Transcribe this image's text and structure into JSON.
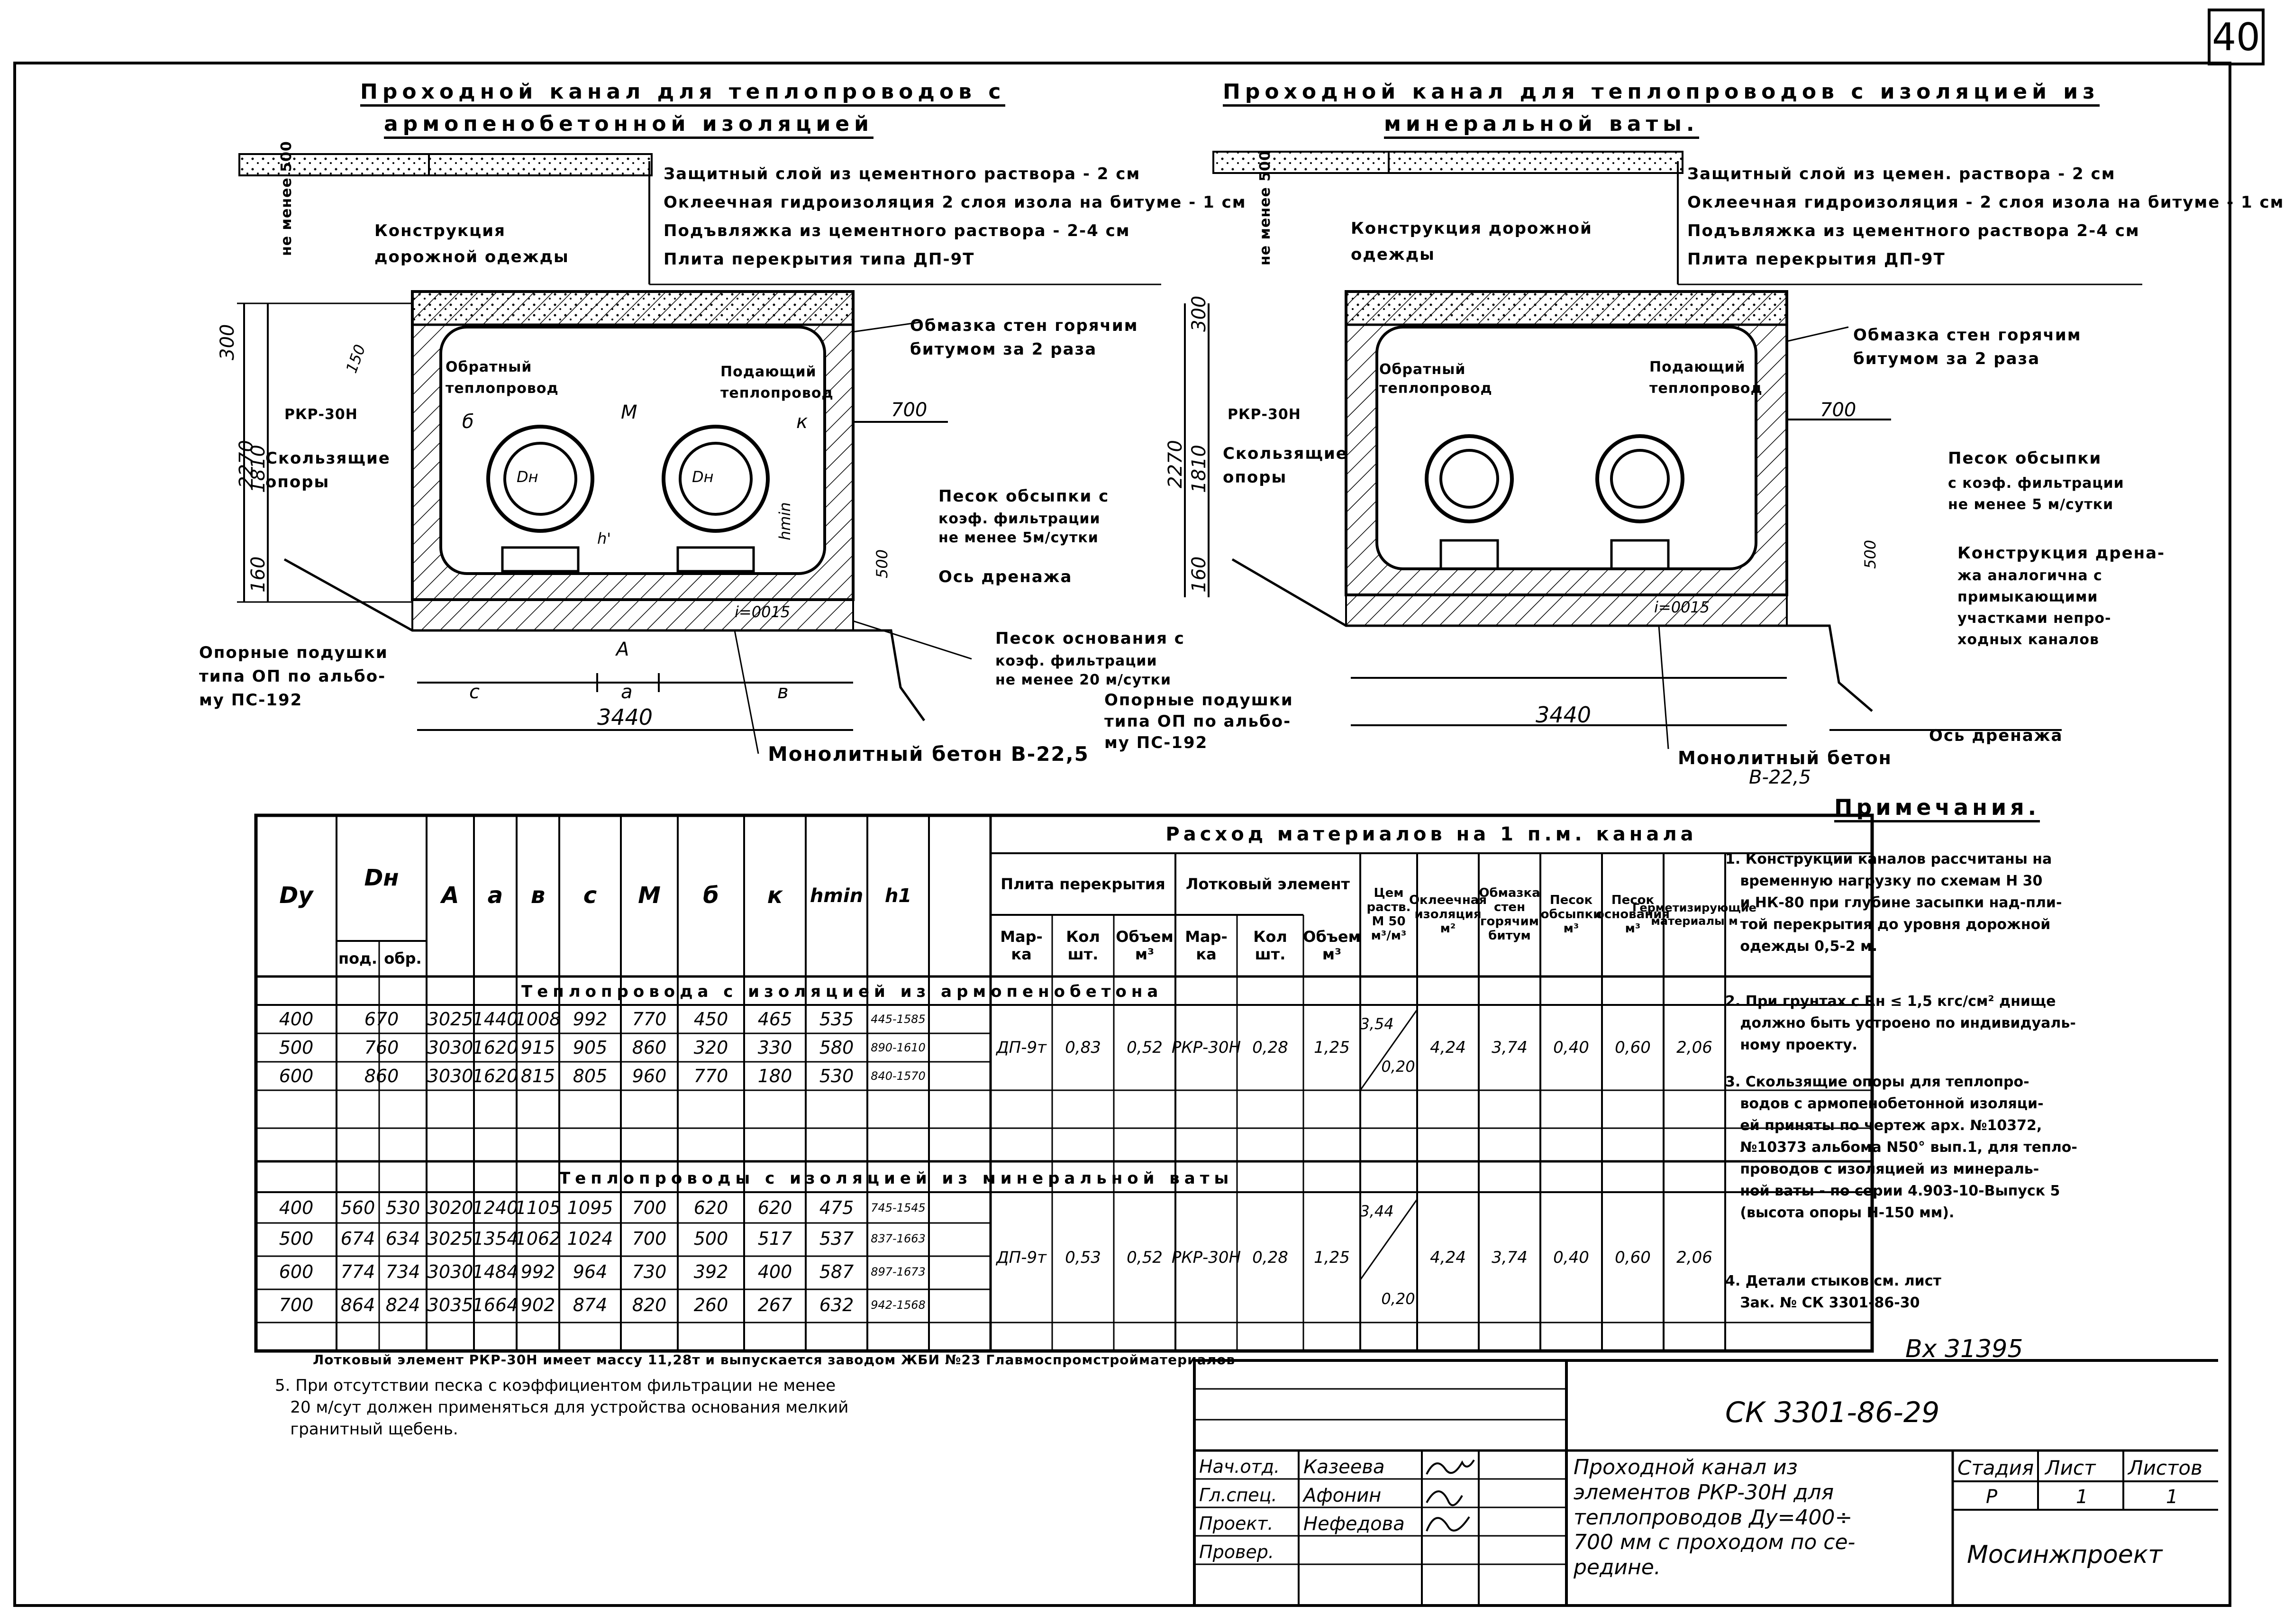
{
  "page_number": "40",
  "left_drawing": {
    "title_line1": "Проходной канал для теплопроводов с",
    "title_line2": "армопенобетонной изоляцией",
    "layers": [
      "Защитный слой из цементного раствора - 2 см",
      "Оклеечная гидроизоляция 2 слоя изола на битуме - 1 см",
      "Подъвляжка из цементного раствора - 2-4 см",
      "Плита перекрытия типа ДП-9Т"
    ],
    "road_label_line1": "Конструкция",
    "road_label_line2": "дорожной одежды",
    "not_less_label": "не менее 500",
    "coating_label_line1": "Обмазка стен горячим",
    "coating_label_line2": "битумом за 2 раза",
    "return_pipe_line1": "Обратный",
    "return_pipe_line2": "теплопровод",
    "supply_pipe_line1": "Подающий",
    "supply_pipe_line2": "теплопровод",
    "rkp_label": "РКР-30Н",
    "sliding_line1": "Скользящие",
    "sliding_line2": "опоры",
    "sand_fill_line1": "Песок обсыпки с",
    "sand_fill_line2": "коэф. фильтрации",
    "sand_fill_line3": "не менее 5м/сутки",
    "drain_axis": "Ось дренажа",
    "sand_base_line1": "Песок основания с",
    "sand_base_line2": "коэф. фильтрации",
    "sand_base_line3": "не менее 20 м/сутки",
    "support_pads_line1": "Опорные подушки",
    "support_pads_line2": "типа ОП по альбо-",
    "support_pads_line3": "му ПС-192",
    "concrete_label": "Монолитный бетон В-22,5",
    "dim_2270": "2270",
    "dim_300": "300",
    "dim_1810": "1810",
    "dim_160": "160",
    "dim_150": "150",
    "dim_700": "700",
    "dim_500": "500",
    "dim_3440": "3440",
    "slope": "i=0015",
    "letters": {
      "A": "А",
      "a": "а",
      "b": "в",
      "c": "с",
      "M": "М",
      "d": "б",
      "k": "к",
      "dn": "Dн",
      "h": "h'",
      "hmin": "hmin"
    }
  },
  "right_drawing": {
    "title_line1": "Проходной канал для теплопроводов с изоляцией из",
    "title_line2": "минеральной ваты.",
    "layers": [
      "Защитный слой из цемен. раствора - 2 см",
      "Оклеечная гидроизоляция - 2 слоя изола на битуме - 1 см",
      "Подъвляжка из цементного раствора 2-4 см",
      "Плита перекрытия ДП-9Т"
    ],
    "road_label_line1": "Конструкция дорожной",
    "road_label_line2": "одежды",
    "not_less_label": "не менее 500",
    "coating_label_line1": "Обмазка стен горячим",
    "coating_label_line2": "битумом за 2 раза",
    "return_pipe_line1": "Обратный",
    "return_pipe_line2": "теплопровод",
    "supply_pipe_line1": "Подающий",
    "supply_pipe_line2": "теплопровод",
    "rkp_label": "РКР-30Н",
    "sliding_line1": "Скользящие",
    "sliding_line2": "опоры",
    "sand_fill_line1": "Песок обсыпки",
    "sand_fill_line2": "с коэф. фильтрации",
    "sand_fill_line3": "не менее 5 м/сутки",
    "drain_line1": "Конструкция дрена-",
    "drain_line2": "жа аналогична с",
    "drain_line3": "примыкающими",
    "drain_line4": "участками непро-",
    "drain_line5": "ходных каналов",
    "support_pads_line1": "Опорные подушки",
    "support_pads_line2": "типа ОП по альбо-",
    "support_pads_line3": "му ПС-192",
    "concrete_line1": "Монолитный бетон",
    "concrete_line2": "В-22,5",
    "drain_axis": "Ось дренажа",
    "dim_2270": "2270",
    "dim_300": "300",
    "dim_1810": "1810",
    "dim_160": "160",
    "dim_700": "700",
    "dim_500": "500",
    "dim_3440": "3440",
    "slope": "i=0015",
    "not_less_vert": "не менее 500"
  },
  "table": {
    "header_consumption": "Расход материалов на 1 п.м. канала",
    "h_dy": "Dу",
    "h_dn": "Dн",
    "h_dn_pod": "под.",
    "h_dn_obr": "обр.",
    "h_A": "А",
    "h_a": "а",
    "h_b": "в",
    "h_c": "с",
    "h_M": "М",
    "h_d": "б",
    "h_k": "к",
    "h_hmin": "hmin",
    "h_h": "h1",
    "h_slab": "Плита перекрытия",
    "h_tray": "Лотковый элемент",
    "h_mark": "Мар-ка",
    "h_qty": "Кол шт.",
    "h_vol": "Объем м³",
    "h_mark2": "Мар-ка",
    "h_qty2": "Кол шт.",
    "h_vol2": "Объем м³",
    "h_cem": "Цем раств. М 50 м³/м³",
    "h_ins": "Оклеечная изоляция м²",
    "h_coat": "Обмазка стен горячим битум",
    "h_sandf": "Песок обсыпки м³",
    "h_sandb": "Песок основания м³",
    "h_seal": "Герметизирующие материалы м",
    "section1": "Теплопровода с изоляцией из армопенобетона",
    "section2": "Теплопроводы с изоляцией из минеральной ваты",
    "rows1": [
      {
        "dy": "400",
        "dn": "670",
        "A": "3025",
        "a": "1440",
        "b": "1008",
        "c": "992",
        "M": "770",
        "d": "450",
        "k": "465",
        "hmin": "535",
        "h": "445-1585"
      },
      {
        "dy": "500",
        "dn": "760",
        "A": "3030",
        "a": "1620",
        "b": "915",
        "c": "905",
        "M": "860",
        "d": "320",
        "k": "330",
        "hmin": "580",
        "h": "890-1610"
      },
      {
        "dy": "600",
        "dn": "860",
        "A": "3030",
        "a": "1620",
        "b": "815",
        "c": "805",
        "M": "960",
        "d": "770",
        "k": "180",
        "hmin": "530",
        "h": "840-1570"
      }
    ],
    "mat1": {
      "mark": "ДП-9т",
      "qty": "0,83",
      "vol": "0,52",
      "mark2": "РКР-30Н",
      "qty2": "0,28",
      "vol2": "1,25",
      "cem_top": "3,54",
      "cem_bot": "0,20",
      "ins": "4,24",
      "coat": "3,74",
      "sandf": "0,40",
      "sandb": "0,60",
      "seal": "2,06"
    },
    "rows2": [
      {
        "dy": "400",
        "dn_pod": "560",
        "dn_obr": "530",
        "A": "3020",
        "a": "1240",
        "b": "1105",
        "c": "1095",
        "M": "700",
        "d": "620",
        "k": "620",
        "hmin": "475",
        "h": "745-1545"
      },
      {
        "dy": "500",
        "dn_pod": "674",
        "dn_obr": "634",
        "A": "3025",
        "a": "1354",
        "b": "1062",
        "c": "1024",
        "M": "700",
        "d": "500",
        "k": "517",
        "hmin": "537",
        "h": "837-1663"
      },
      {
        "dy": "600",
        "dn_pod": "774",
        "dn_obr": "734",
        "A": "3030",
        "a": "1484",
        "b": "992",
        "c": "964",
        "M": "730",
        "d": "392",
        "k": "400",
        "hmin": "587",
        "h": "897-1673"
      },
      {
        "dy": "700",
        "dn_pod": "864",
        "dn_obr": "824",
        "A": "3035",
        "a": "1664",
        "b": "902",
        "c": "874",
        "M": "820",
        "d": "260",
        "k": "267",
        "hmin": "632",
        "h": "942-1568"
      }
    ],
    "mat2": {
      "mark": "ДП-9т",
      "qty": "0,53",
      "vol": "0,52",
      "mark2": "РКР-30Н",
      "qty2": "0,28",
      "vol2": "1,25",
      "cem_top": "3,44",
      "cem_bot": "0,20",
      "ins": "4,24",
      "coat": "3,74",
      "sandf": "0,40",
      "sandb": "0,60",
      "seal": "2,06"
    },
    "footnote": "Лотковый элемент РКР-30Н имеет массу 11,28т и выпускается заводом ЖБИ №23 Главмоспромстройматериалов"
  },
  "notes": {
    "title": "Примечания.",
    "items": [
      "1. Конструкции каналов рассчитаны на\n   временную нагрузку по схемам Н 30\n   и НК-80 при глубине засыпки над-пли-\n   той перекрытия до уровня дорожной\n   одежды 0,5-2 м.",
      "2. При грунтах с Rн ≤ 1,5 кгс/см² днище\n   должно быть устроено по индивидуаль-\n   ному проекту.",
      "3. Скользящие опоры для теплопро-\n   водов с армопенобетонной изоляци-\n   ей приняты по чертеж арх. №10372,\n   №10373 альбома N50° вып.1, для тепло-\n   проводов с изоляцией из минераль-\n   ной ваты - по серии 4.903-10-Выпуск 5\n   (высота опоры Н-150 мм).",
      "4. Детали стыков см. лист\n   Зак. № СК 3301-86-30"
    ],
    "note5": "5. При отсутствии песка с коэффициентом фильтрации не менее\n   20 м/сут должен применяться для устройства основания мелкий\n   гранитный щебень.",
    "ref": "Вх 31395"
  },
  "title_block": {
    "doc_code": "СК 3301-86-29",
    "title_text": "Проходной канал из\nэлементов РКР-30Н для\nтеплопроводов Ду=400÷\n700 мм с проходом по се-\nредине.",
    "stage_h": "Стадия",
    "sheet_h": "Лист",
    "sheets_h": "Листов",
    "stage": "Р",
    "sheet": "1",
    "sheets": "1",
    "org": "Мосинжпроект",
    "roles": [
      "Нач.отд.",
      "Гл.спец.",
      "Проект.",
      "Провер."
    ],
    "names": [
      "Казеева",
      "Афонин",
      "Нефедова",
      ""
    ]
  }
}
